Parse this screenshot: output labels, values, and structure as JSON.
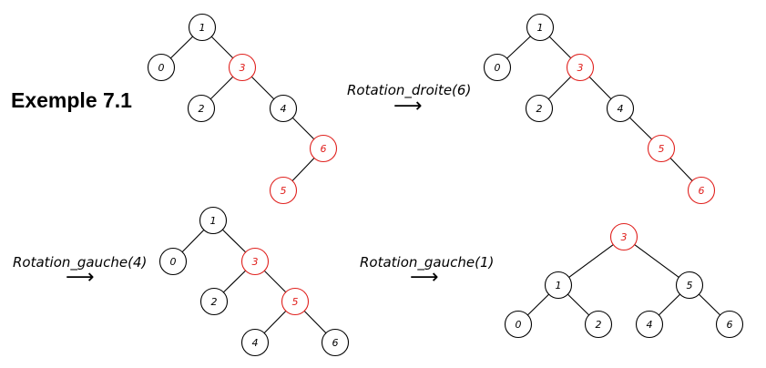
{
  "title": "Exemple 7.1",
  "colors": {
    "normal": "#000000",
    "highlight": "#e0201d"
  },
  "steps": [
    {
      "label": ""
    },
    {
      "label": "Rotation_droite(6)"
    },
    {
      "label": "Rotation_gauche(4)"
    },
    {
      "label": "Rotation_gauche(1)"
    }
  ],
  "arrow_glyph": "⟶",
  "trees": [
    {
      "nodes": [
        {
          "key": "1",
          "red": false
        },
        {
          "key": "0",
          "red": false
        },
        {
          "key": "3",
          "red": true
        },
        {
          "key": "2",
          "red": false
        },
        {
          "key": "4",
          "red": false
        },
        {
          "key": "6",
          "red": true
        },
        {
          "key": "5",
          "red": true
        }
      ],
      "edges": [
        [
          "1",
          "0"
        ],
        [
          "1",
          "3"
        ],
        [
          "3",
          "2"
        ],
        [
          "3",
          "4"
        ],
        [
          "4",
          "6"
        ],
        [
          "6",
          "5"
        ]
      ]
    },
    {
      "nodes": [
        {
          "key": "1",
          "red": false
        },
        {
          "key": "0",
          "red": false
        },
        {
          "key": "3",
          "red": true
        },
        {
          "key": "2",
          "red": false
        },
        {
          "key": "4",
          "red": false
        },
        {
          "key": "5",
          "red": true
        },
        {
          "key": "6",
          "red": true
        }
      ],
      "edges": [
        [
          "1",
          "0"
        ],
        [
          "1",
          "3"
        ],
        [
          "3",
          "2"
        ],
        [
          "3",
          "4"
        ],
        [
          "4",
          "5"
        ],
        [
          "5",
          "6"
        ]
      ]
    },
    {
      "nodes": [
        {
          "key": "1",
          "red": false
        },
        {
          "key": "0",
          "red": false
        },
        {
          "key": "3",
          "red": true
        },
        {
          "key": "2",
          "red": false
        },
        {
          "key": "5",
          "red": true
        },
        {
          "key": "4",
          "red": false
        },
        {
          "key": "6",
          "red": false
        }
      ],
      "edges": [
        [
          "1",
          "0"
        ],
        [
          "1",
          "3"
        ],
        [
          "3",
          "2"
        ],
        [
          "3",
          "5"
        ],
        [
          "5",
          "4"
        ],
        [
          "5",
          "6"
        ]
      ]
    },
    {
      "nodes": [
        {
          "key": "3",
          "red": true
        },
        {
          "key": "1",
          "red": false
        },
        {
          "key": "5",
          "red": false
        },
        {
          "key": "0",
          "red": false
        },
        {
          "key": "2",
          "red": false
        },
        {
          "key": "4",
          "red": false
        },
        {
          "key": "6",
          "red": false
        }
      ],
      "edges": [
        [
          "3",
          "1"
        ],
        [
          "3",
          "5"
        ],
        [
          "1",
          "0"
        ],
        [
          "1",
          "2"
        ],
        [
          "5",
          "4"
        ],
        [
          "5",
          "6"
        ]
      ]
    }
  ]
}
